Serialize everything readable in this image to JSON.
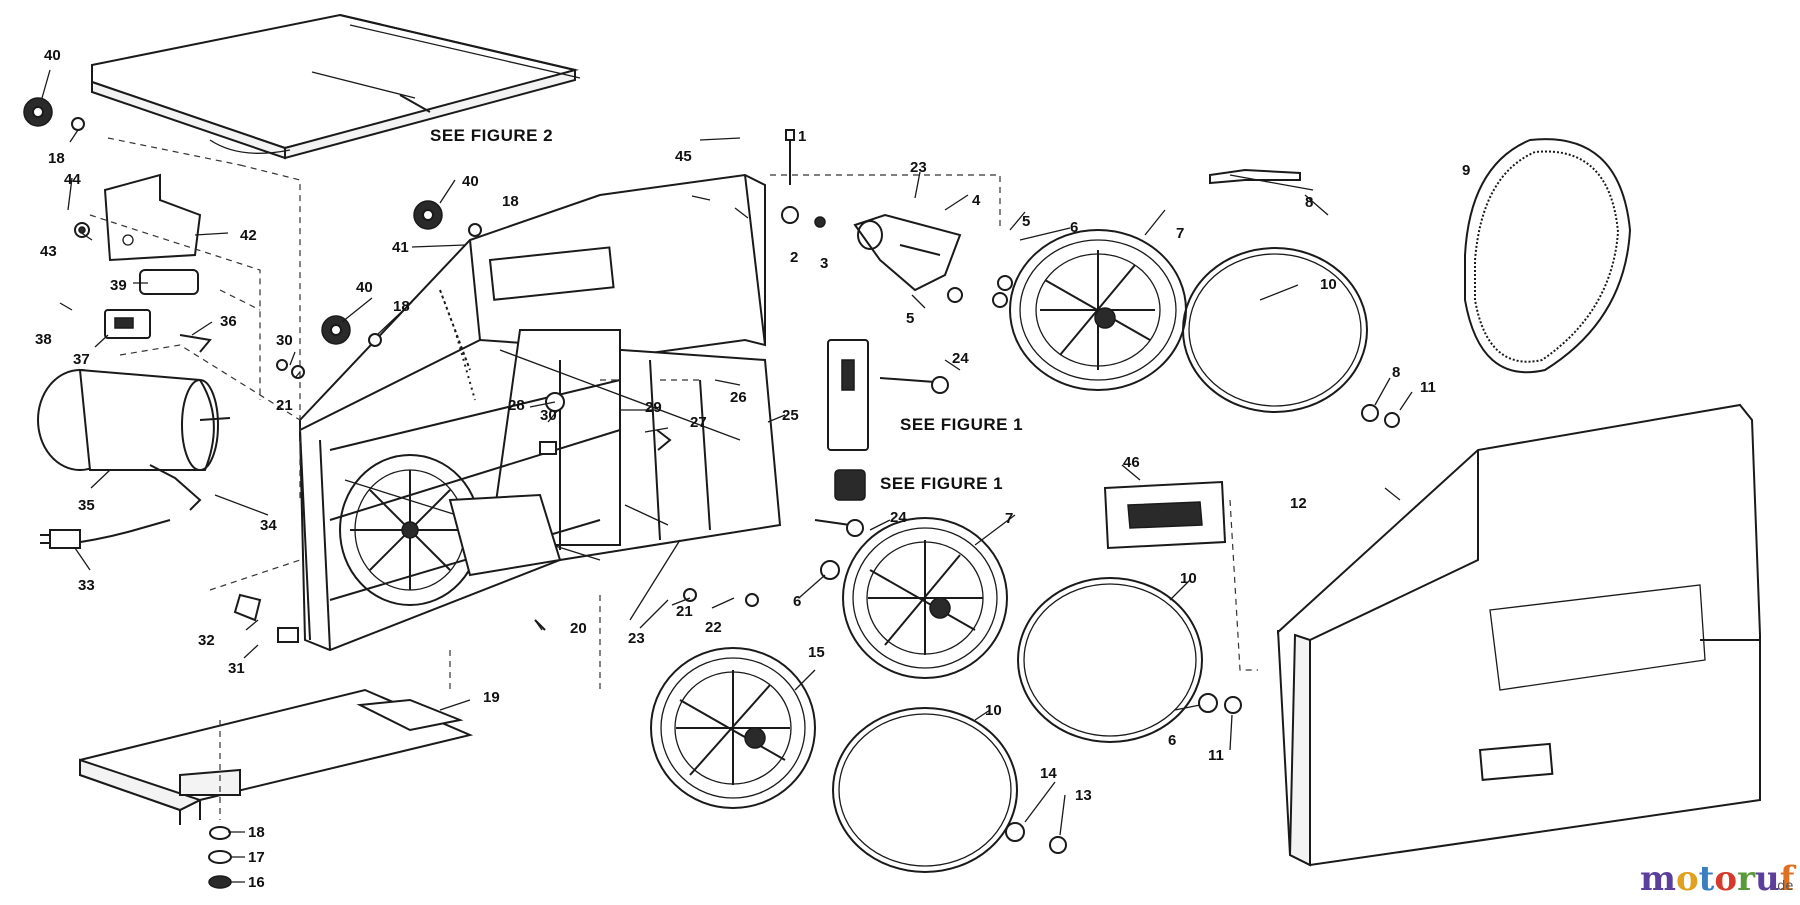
{
  "notes": {
    "fig2": "SEE FIGURE 2",
    "fig1_upper": "SEE FIGURE 1",
    "fig1_lower": "SEE FIGURE 1"
  },
  "watermark": {
    "brand_parts": [
      "m",
      "o",
      "t",
      "o",
      "r",
      "u",
      "f"
    ],
    "brand_colors": [
      "#5b3f9b",
      "#e0a020",
      "#3a7fc0",
      "#d63a2a",
      "#5a9a3a",
      "#5b3f9b",
      "#e07020"
    ],
    "suffix": ".de"
  },
  "callouts": [
    "40",
    "18",
    "44",
    "43",
    "42",
    "39",
    "38",
    "37",
    "36",
    "30",
    "21",
    "40",
    "18",
    "41",
    "40",
    "18",
    "45",
    "1",
    "2",
    "3",
    "23",
    "4",
    "5",
    "5",
    "6",
    "7",
    "8",
    "9",
    "10",
    "8",
    "11",
    "24",
    "26",
    "28",
    "30",
    "29",
    "27",
    "25",
    "35",
    "34",
    "33",
    "32",
    "31",
    "20",
    "23",
    "21",
    "22",
    "6",
    "24",
    "7",
    "46",
    "12",
    "10",
    "6",
    "11",
    "15",
    "10",
    "19",
    "14",
    "13",
    "18",
    "17",
    "16"
  ]
}
